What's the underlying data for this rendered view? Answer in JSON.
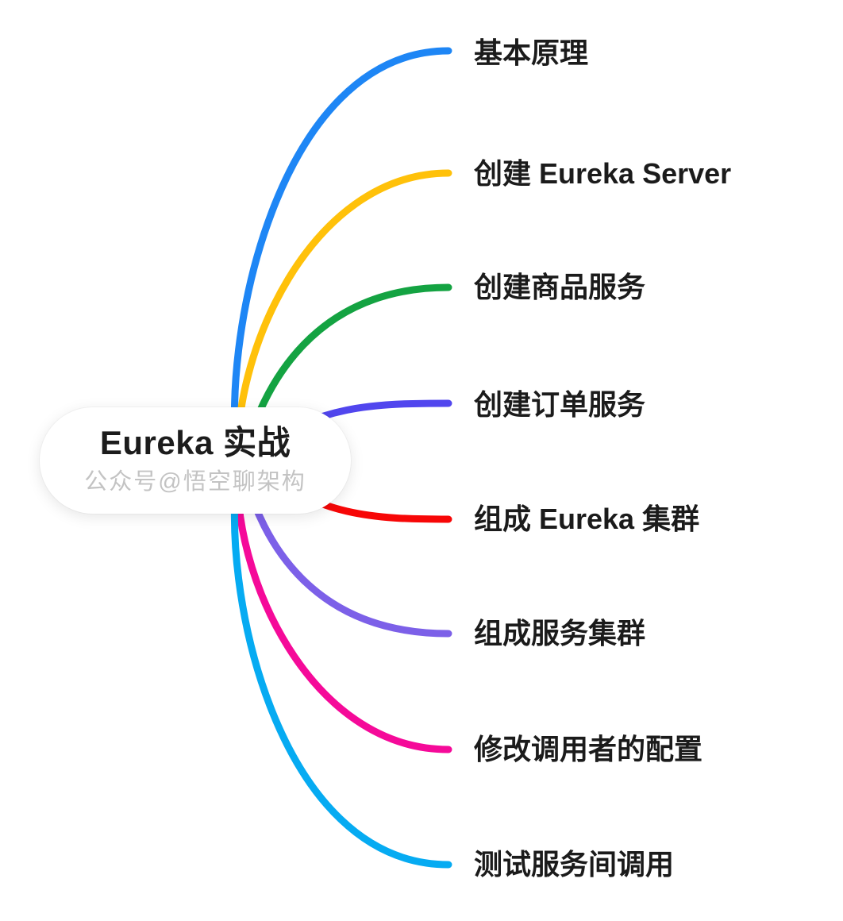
{
  "central_node": {
    "title": "Eureka 实战",
    "subtitle": "公众号@悟空聊架构"
  },
  "branches": [
    {
      "label": "基本原理",
      "color": "#1e86f5"
    },
    {
      "label": "创建 Eureka Server",
      "color": "#ffc10a"
    },
    {
      "label": "创建商品服务",
      "color": "#14a342"
    },
    {
      "label": "创建订单服务",
      "color": "#5146ee"
    },
    {
      "label": "组成 Eureka 集群",
      "color": "#f70707"
    },
    {
      "label": "组成服务集群",
      "color": "#7c60e8"
    },
    {
      "label": "修改调用者的配置",
      "color": "#f50a99"
    },
    {
      "label": "测试服务间调用",
      "color": "#06abf2"
    }
  ],
  "colors": {
    "background": "#ffffff",
    "label_text": "#1b1b1b",
    "subtitle_text": "#c3c3c3",
    "node_fill": "#ffffff"
  }
}
